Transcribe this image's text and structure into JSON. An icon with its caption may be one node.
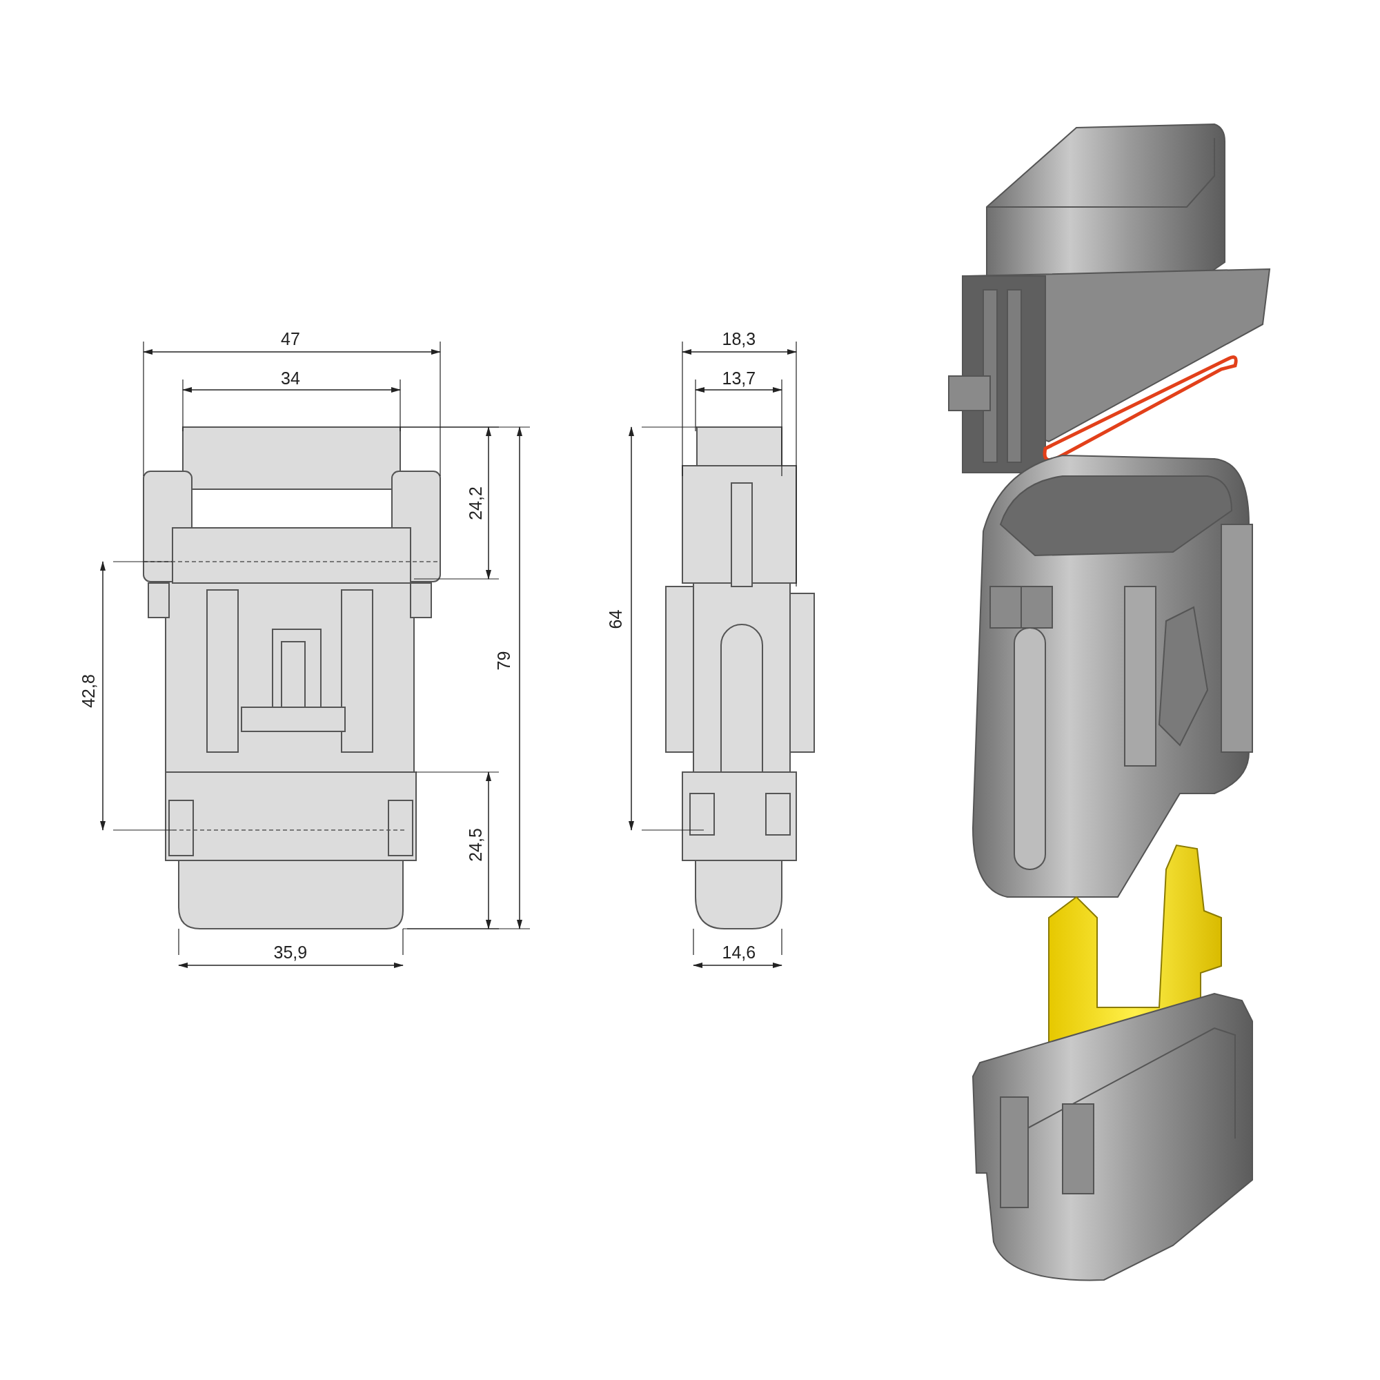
{
  "diagram": {
    "labels": [
      "47",
      "34",
      "18,3",
      "13,7",
      "24,2",
      "64",
      "42,8",
      "79",
      "24,5",
      "35,9",
      "14,6"
    ]
  }
}
